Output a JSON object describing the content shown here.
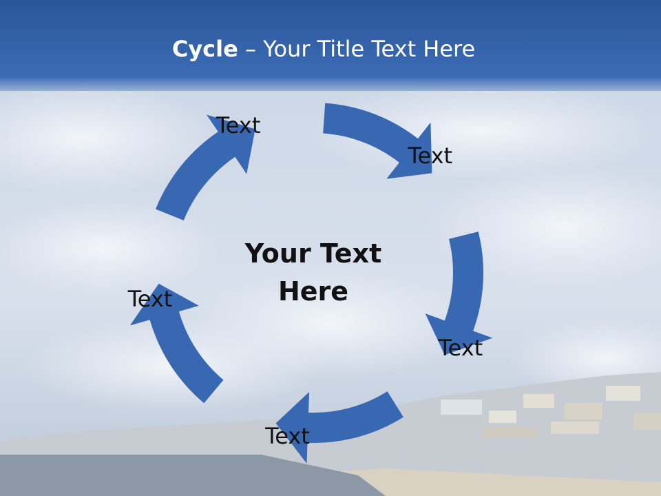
{
  "slide": {
    "title_bold": "Cycle",
    "title_rest": " – Your Title Text Here",
    "center_line1": "Your Text",
    "center_line2": "Here",
    "steps": [
      {
        "label": "Text"
      },
      {
        "label": "Text"
      },
      {
        "label": "Text"
      },
      {
        "label": "Text"
      },
      {
        "label": "Text"
      }
    ]
  },
  "colors": {
    "arrow": "#3968b2",
    "header_top": "#2a5598",
    "header_bottom": "#3f6fb8",
    "text": "#111111",
    "title_text": "#ffffff"
  }
}
